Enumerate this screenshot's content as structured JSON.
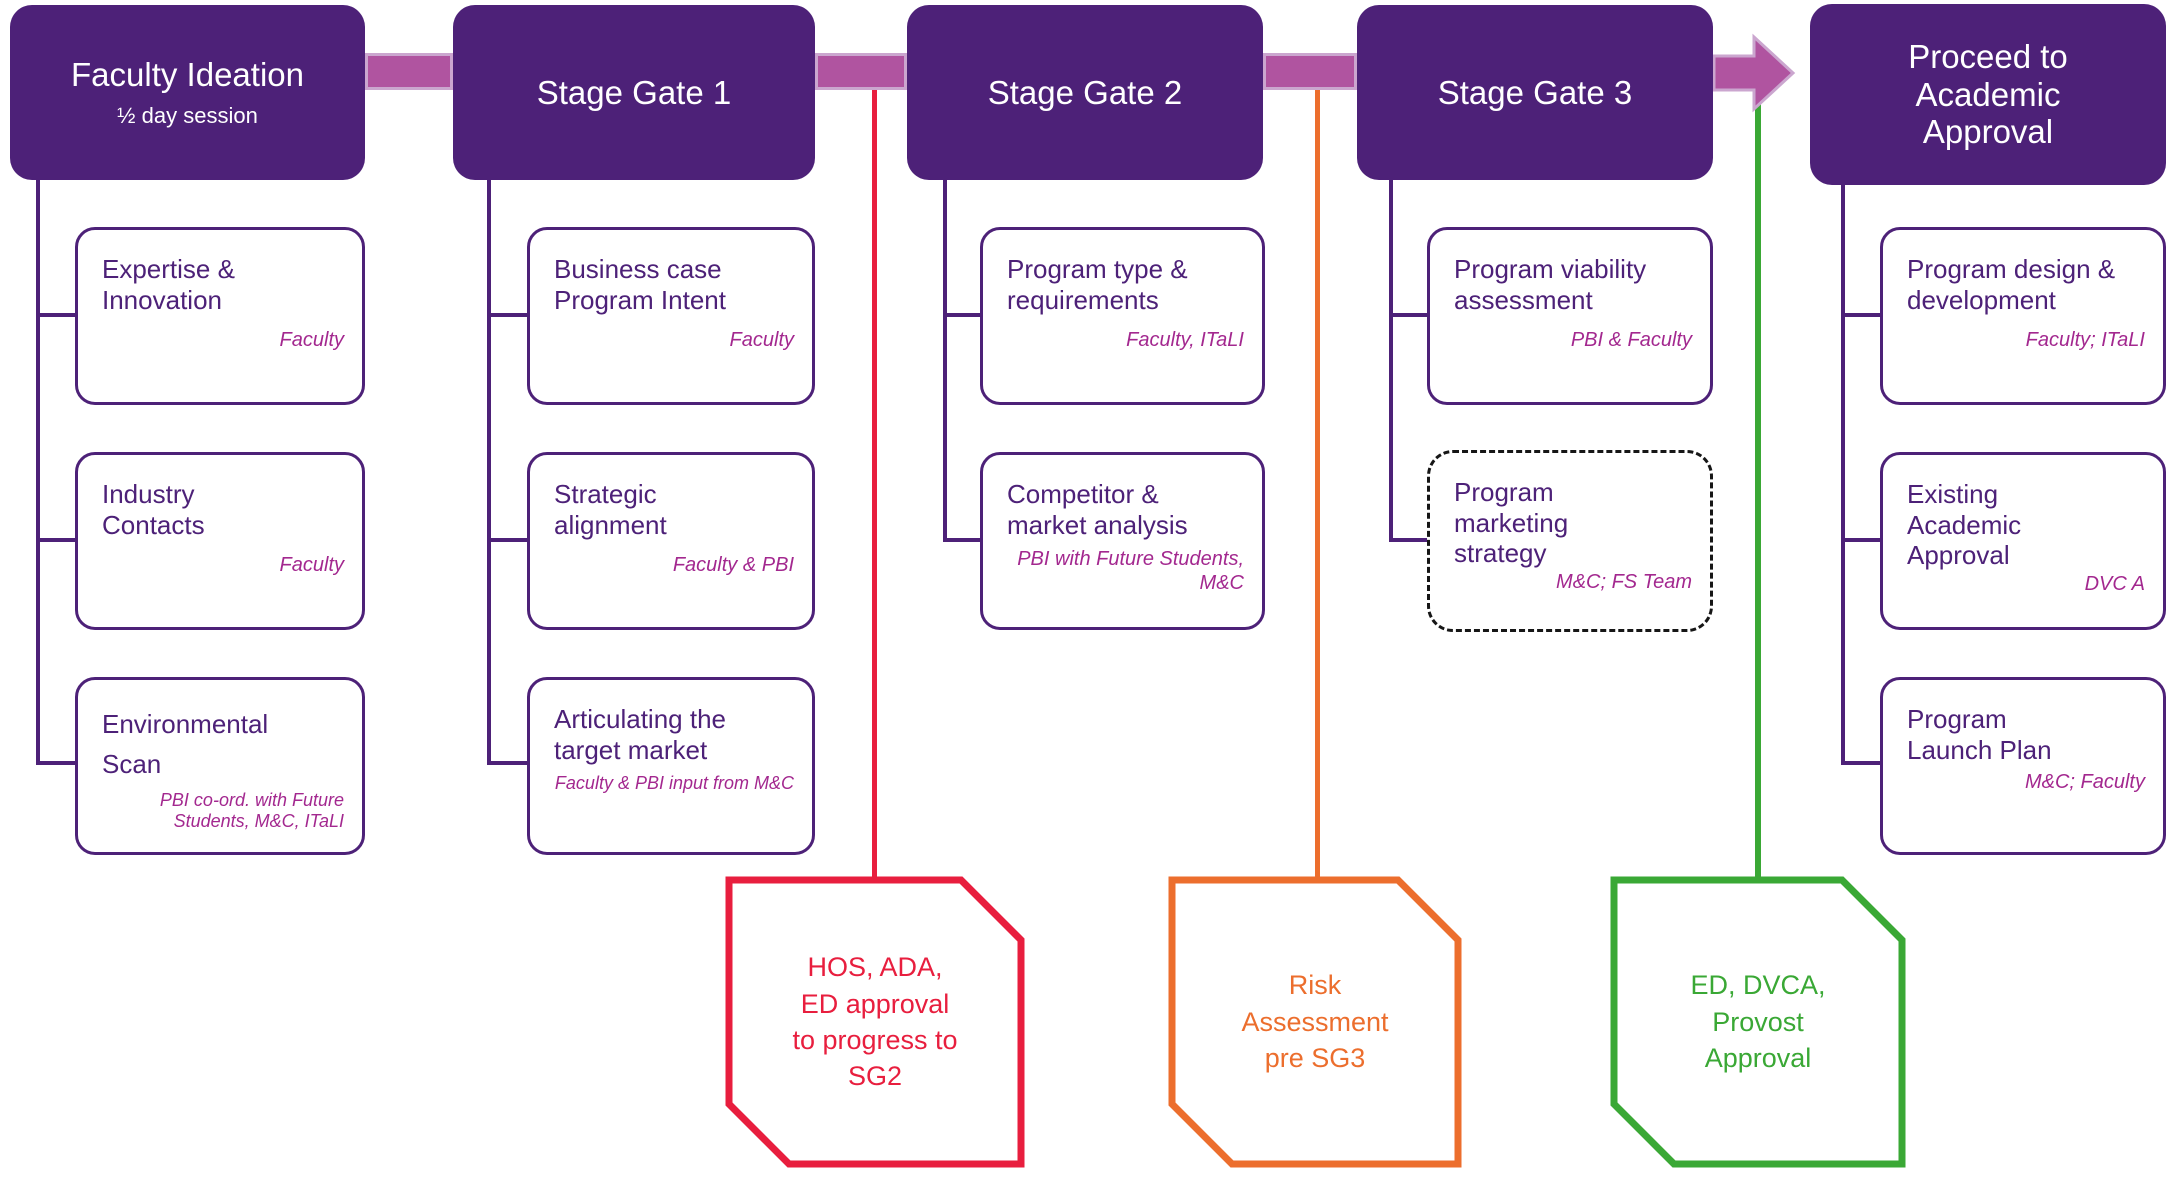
{
  "palette": {
    "purple": "#4D2178",
    "magenta": "#A3288F",
    "bar_fill": "#B054A0",
    "bar_edge": "#CBA6CF",
    "red": "#E81E3E",
    "orange": "#EC6E2D",
    "green": "#3AA835",
    "dashed_border": "#161616"
  },
  "stages": [
    {
      "title": "Faculty Ideation",
      "subtitle": "½ day session",
      "items": [
        {
          "title": "Expertise & Innovation",
          "role": "Faculty"
        },
        {
          "title": "Industry Contacts",
          "role": "Faculty"
        },
        {
          "title": "Environmental Scan",
          "role": "PBI co-ord. with Future Students, M&C, ITaLI"
        }
      ]
    },
    {
      "title": "Stage  Gate 1",
      "items": [
        {
          "title": "Business case Program Intent",
          "role": "Faculty"
        },
        {
          "title": "Strategic alignment",
          "role": "Faculty & PBI"
        },
        {
          "title": "Articulating the target market",
          "role": "Faculty & PBI input from M&C"
        }
      ]
    },
    {
      "title": "Stage Gate 2",
      "items": [
        {
          "title": "Program type & requirements",
          "role": "Faculty, ITaLI"
        },
        {
          "title": "Competitor & market analysis",
          "role": "PBI with Future Students, M&C"
        }
      ]
    },
    {
      "title": "Stage Gate 3",
      "items": [
        {
          "title": "Program viability assessment",
          "role": "PBI  & Faculty"
        },
        {
          "title": "Program marketing strategy",
          "role": "M&C; FS Team"
        }
      ]
    },
    {
      "title": "Proceed to Academic Approval",
      "items": [
        {
          "title": "Program design & development",
          "role": "Faculty; ITaLI"
        },
        {
          "title": "Existing Academic Approval",
          "role": "DVC A"
        },
        {
          "title": "Program Launch Plan",
          "role": "M&C; Faculty"
        }
      ]
    }
  ],
  "gates": [
    {
      "label": "HOS, ADA, ED approval to progress to SG2"
    },
    {
      "label": "Risk Assessment pre SG3"
    },
    {
      "label": "ED, DVCA, Provost Approval"
    }
  ]
}
